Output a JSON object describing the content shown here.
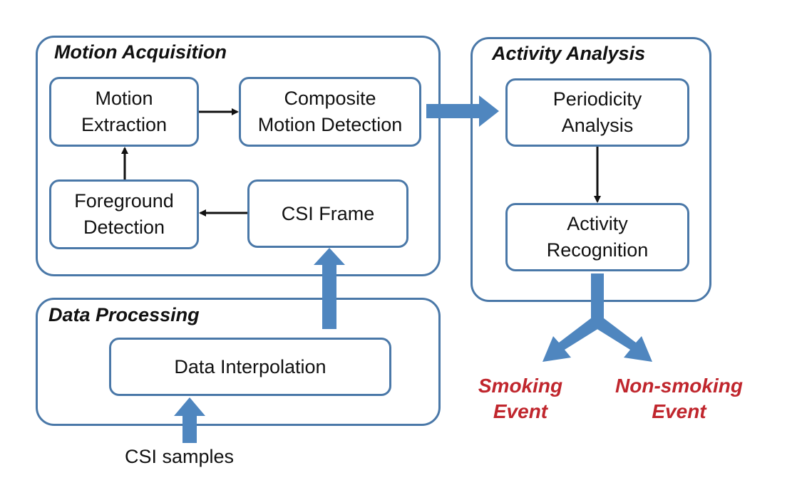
{
  "colors": {
    "panel_border": "#4a78a8",
    "flow_arrow": "#4f86bf",
    "outcome_text": "#c0262d",
    "line_arrow": "#111111"
  },
  "panels": {
    "motion_acquisition": "Motion Acquisition",
    "activity_analysis": "Activity Analysis",
    "data_processing": "Data Processing"
  },
  "nodes": {
    "motion_extraction": [
      "Motion",
      "Extraction"
    ],
    "composite_motion_detection": [
      "Composite",
      "Motion Detection"
    ],
    "foreground_detection": [
      "Foreground",
      "Detection"
    ],
    "csi_frame": [
      "CSI Frame"
    ],
    "periodicity_analysis": [
      "Periodicity",
      "Analysis"
    ],
    "activity_recognition": [
      "Activity",
      "Recognition"
    ],
    "data_interpolation": [
      "Data Interpolation"
    ]
  },
  "input_label": "CSI samples",
  "outcomes": {
    "smoking": [
      "Smoking",
      "Event"
    ],
    "non_smoking": [
      "Non-smoking",
      "Event"
    ]
  },
  "icons": {
    "flow": "thick-block-arrow",
    "connector": "thin-line-arrow"
  }
}
